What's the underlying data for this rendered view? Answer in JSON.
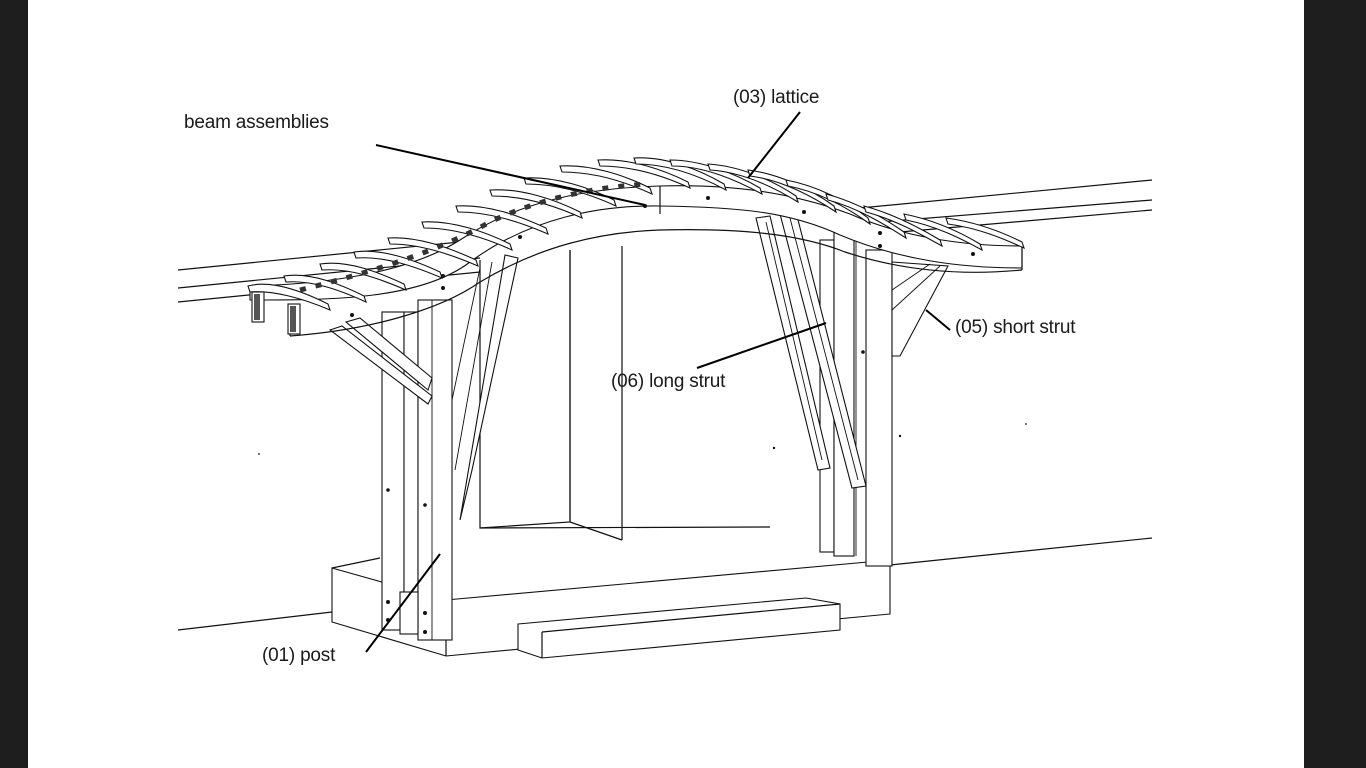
{
  "viewer": {
    "background": "#1e1e1e",
    "page_background": "#ffffff"
  },
  "diagram": {
    "subject": "arbor / pergola over doorway",
    "labels": {
      "beam_assemblies": "beam assemblies",
      "lattice": "(03) lattice",
      "short_strut": "(05) short strut",
      "long_strut": "(06) long strut",
      "post": "(01) post"
    }
  }
}
